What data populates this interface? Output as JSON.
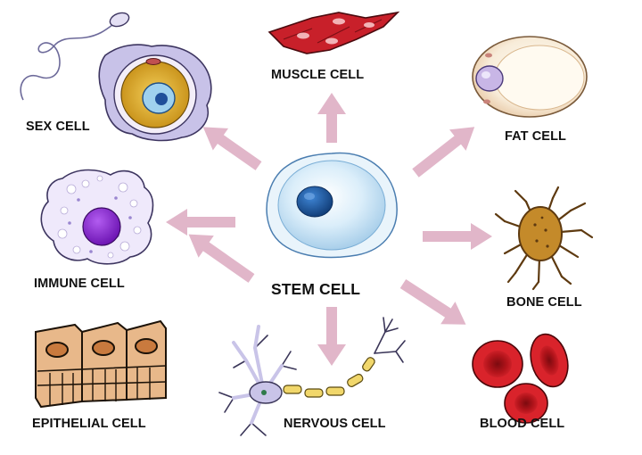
{
  "center": {
    "label": "STEM CELL"
  },
  "cells": {
    "muscle": "MUSCLE CELL",
    "fat": "FAT CELL",
    "bone": "BONE CELL",
    "blood": "BLOOD CELL",
    "nervous": "NERVOUS CELL",
    "epithelial": "EPITHELIAL CELL",
    "immune": "IMMUNE CELL",
    "sex": "SEX CELL"
  },
  "colors": {
    "arrow": "#e1b6c9",
    "muscle": "#c8202a",
    "fat": "#f6e6d8",
    "bone": "#8a5a1c",
    "blood": "#b1141b",
    "nerve": "#c9c4e8",
    "epithelial": "#e8b88a",
    "immune_nucleus": "#8b2bd0",
    "stem_cytoplasm": "#cfe6f6",
    "stem_nucleus": "#1f5ea8"
  },
  "icons": {
    "arrows": "arrow-icon",
    "muscle": "muscle-cell-icon",
    "fat": "fat-cell-icon",
    "bone": "bone-cell-icon",
    "blood": "blood-cell-icon",
    "nervous": "nervous-cell-icon",
    "epithelial": "epithelial-cell-icon",
    "immune": "immune-cell-icon",
    "sex": "sex-cell-icon",
    "stem": "stem-cell-icon"
  }
}
